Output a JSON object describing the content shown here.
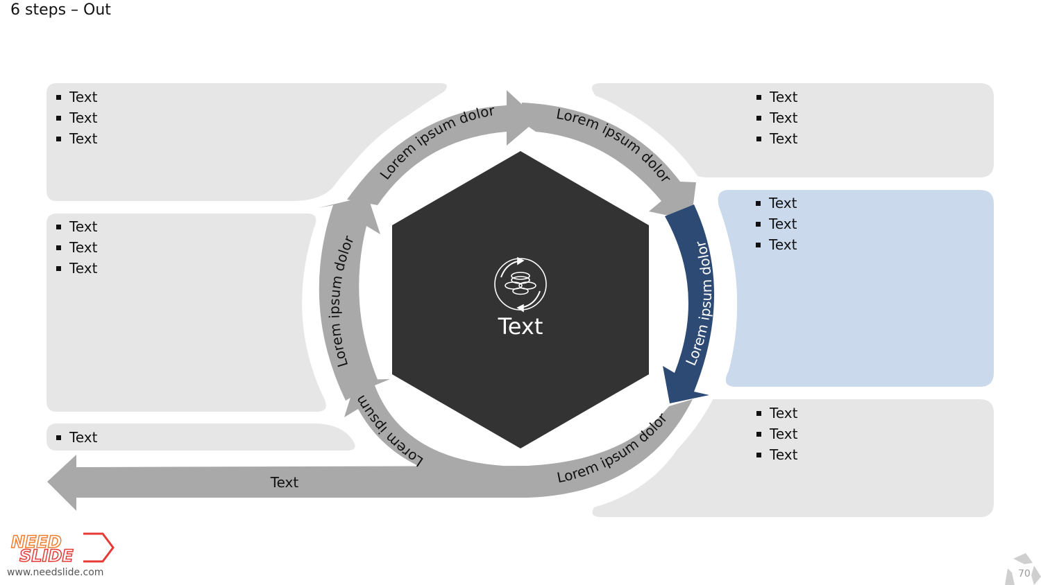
{
  "title": "6 steps – Out",
  "center": {
    "label": "Text",
    "icon": "coins-cycle-icon"
  },
  "arcs": [
    {
      "label": "Lorem ipsum dolor"
    },
    {
      "label": "Lorem ipsum dolor"
    },
    {
      "label": "Lorem ipsum dolor"
    },
    {
      "label": "Lorem ipsum dolor"
    },
    {
      "label": "Lorem ipsum"
    },
    {
      "label": "Lorem ipsum dolor"
    }
  ],
  "out_arrow": {
    "label": "Text"
  },
  "panels": {
    "top_left": [
      "Text",
      "Text",
      "Text"
    ],
    "mid_left": [
      "Text",
      "Text",
      "Text"
    ],
    "bottom_left": [
      "Text"
    ],
    "top_right": [
      "Text",
      "Text",
      "Text"
    ],
    "mid_right": [
      "Text",
      "Text",
      "Text"
    ],
    "bottom_right": [
      "Text",
      "Text",
      "Text"
    ]
  },
  "colors": {
    "panel": "#e6e6e6",
    "panel_highlight": "#cbd9ec",
    "arrow": "#a9a9a9",
    "arrow_highlight": "#2d4a74",
    "hexagon": "#333333"
  },
  "logo": {
    "line1": "NEED",
    "line2": "SLIDE"
  },
  "url": "www.needslide.com",
  "page_number": "70"
}
